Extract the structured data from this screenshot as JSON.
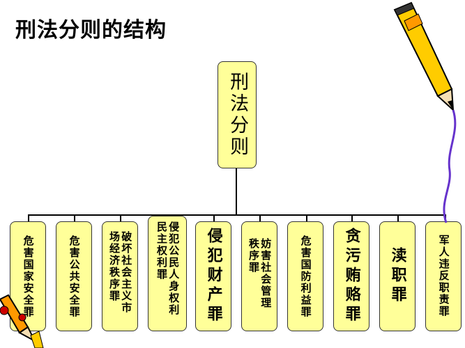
{
  "title": "刑法分则的结构",
  "root": "刑法分则",
  "children": [
    {
      "text": "危害国家安全罪"
    },
    {
      "text": "危害公共安全罪"
    },
    {
      "text": "破坏社会主义市场经济秩序罪"
    },
    {
      "text": "侵犯公民人身权利民主权利罪"
    },
    {
      "text": "侵犯财产罪"
    },
    {
      "text": "妨害社会管理秩序罪"
    },
    {
      "text": "危害国防利益罪"
    },
    {
      "text": "贪污贿赂罪"
    },
    {
      "text": "渎职罪"
    },
    {
      "text": "军人违反职责罪"
    }
  ],
  "colors": {
    "box_fill": "#ffff99",
    "box_border": "#333333",
    "connector": "#000000"
  },
  "icons": [
    "pencil-icon",
    "pencil-icon"
  ]
}
